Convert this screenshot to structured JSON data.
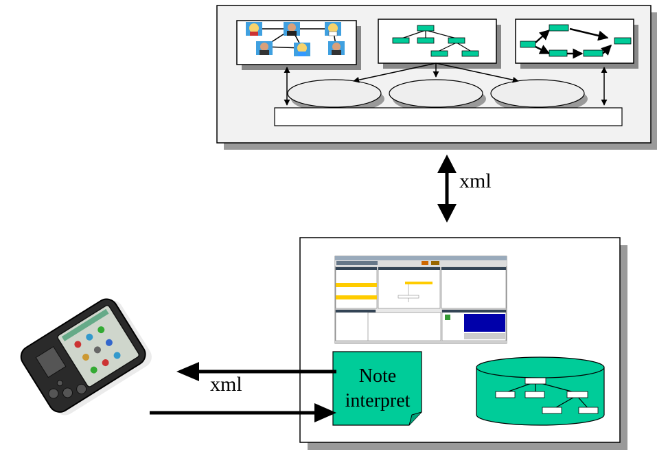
{
  "labels": {
    "xml_top": "xml",
    "xml_bottom": "xml",
    "note_line1": "Note",
    "note_line2": "interpret"
  },
  "colors": {
    "teal": "#00cc99",
    "shadow": "#9a9a9a",
    "panel_bg": "#f2f2f2",
    "ellipse_bg": "#eeeeee",
    "screenshot_yellow": "#ffcc00",
    "screenshot_blue": "#0000aa"
  },
  "icons": [
    "people-network-icon",
    "tree-hierarchy-icon",
    "directed-graph-icon",
    "pda-device-icon",
    "database-cylinder-icon",
    "app-screenshot-thumbnail"
  ]
}
